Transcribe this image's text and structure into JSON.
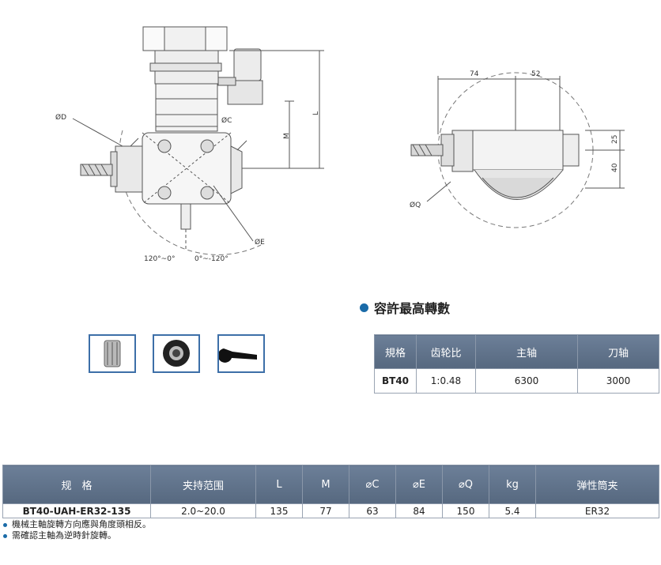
{
  "drawing_labels": {
    "od": "ØD",
    "oc": "ØC",
    "oe": "ØE",
    "oq": "ØQ",
    "l": "L",
    "m": "M",
    "angle_left": "120°~0°",
    "angle_right": "0°~-120°",
    "dim_74": "74",
    "dim_52": "52",
    "dim_25": "25",
    "dim_40": "40"
  },
  "accessories": [
    {
      "icon": "collet-icon"
    },
    {
      "icon": "nut-icon"
    },
    {
      "icon": "wrench-icon"
    }
  ],
  "speed_section": {
    "title": "容許最高轉數",
    "headers": [
      "規格",
      "齿轮比",
      "主轴",
      "刀轴"
    ],
    "row": [
      "BT40",
      "1:0.48",
      "6300",
      "3000"
    ]
  },
  "spec_table": {
    "headers": [
      "规　格",
      "夹持范围",
      "L",
      "M",
      "⌀C",
      "⌀E",
      "⌀Q",
      "kg",
      "弹性筒夹"
    ],
    "row": [
      "BT40-UAH-ER32-135",
      "2.0~20.0",
      "135",
      "77",
      "63",
      "84",
      "150",
      "5.4",
      "ER32"
    ]
  },
  "notes": [
    "機械主軸旋轉方向應與角度頭相反。",
    "需確認主軸為逆時針旋轉。"
  ],
  "colors": {
    "header_bg": "#5f7189",
    "accent": "#1a6ba8",
    "border": "#3d6fa8"
  }
}
